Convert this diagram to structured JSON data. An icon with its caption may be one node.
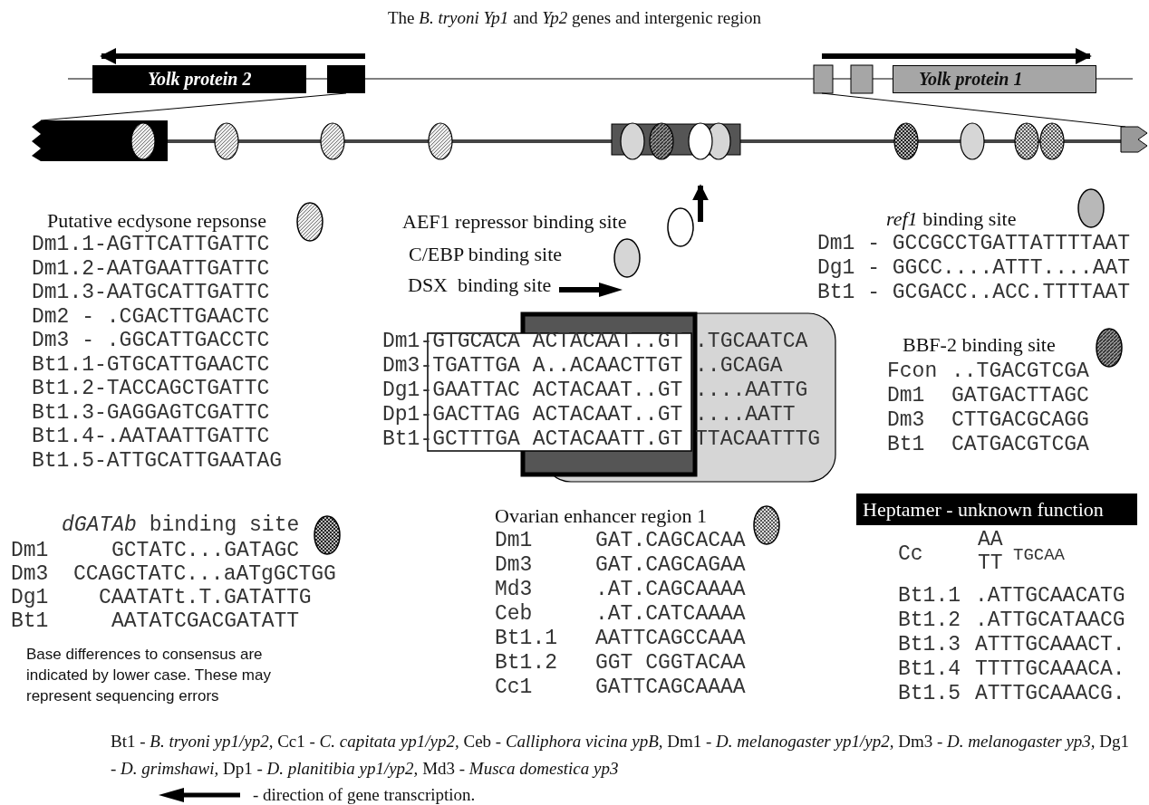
{
  "diagram": {
    "title": "The *B. tryoni* *Yp1* and *Yp2* genes and intergenic region",
    "nodes": [
      {
        "text": [
          "Yolk protein 2"
        ]
      },
      {
        "text": [
          "Yolk protein 1"
        ]
      },
      {
        "text": [
          "Heptamer - unknown function"
        ]
      }
    ],
    "labels": [
      "Dm1.1-AGTTCATTGATTC",
      "Dm1.2-AATGAATTGATTC",
      "Dm1.3-AATGCATTGATTC",
      "Dm2 - .CGACTTGAACTC",
      "Dm3 - .GGCATTGACCTC",
      "Bt1.1-GTGCATTGAACTC",
      "Bt1.2-TACCAGCTGATTC",
      "Bt1.3-GAGGAGTCGATTC",
      "Bt1.4-.AATAATTGATTC",
      "Bt1.5-ATTGCATTGAATAG",
      "Dm1 - GCCGCCTGATTATTTTAAT",
      "Dg1 - GGCC....ATTT....AAT",
      "Bt1 - GCGACC..ACC.TTTTAAT",
      "Dm1-GTGCACA ACTACAAT..GT .TGCAATCA",
      "Dm3-TGATTGA A..ACAACTTGT ..GCAGA",
      "Dg1-GAATTAC ACTACAAT..GT ....AATTG",
      "Dp1-GACTTAG ACTACAAT..GT ....AATT",
      "Bt1-GCTTTGA ACTACAATT.GT TTACAATTTG",
      "Fcon",
      "..TGACGTCGA",
      "Dm1",
      "GATGACTTAGC",
      "Dm3",
      "CTTGACGCAGG",
      "Bt1",
      "CATGACGTCGA",
      "Dm1",
      "GCTATC...GATAGC",
      "Dm3",
      "CCAGCTATC...aATgGCTGG",
      "Dg1",
      "CAATATt.T.GATATTG",
      "Bt1",
      "AATATCGACGATATT",
      "Dm1",
      "GAT.CAGCACAA",
      "Dm3",
      "GAT.CAGCAGAA",
      "Md3",
      ".AT.CAGCAAAA",
      "Ceb",
      ".AT.CATCAAAA",
      "Bt1.1",
      "AATTCAGCCAAA",
      "Bt1.2",
      "GGT CGGTACAA",
      "Cc1",
      "GATTCAGCAAAA",
      "Cc",
      "AA",
      "TT",
      "TGCAA",
      "Bt1.1",
      ".ATTGCAACATG",
      "Bt1.2",
      ".ATTGCATAACG",
      "Bt1.3",
      "ATTTGCAAACT.",
      "Bt1.4",
      "TTTTGCAAACA.",
      "Bt1.5",
      "ATTTGCAAACG.",
      "Base differences to consensus are indicated by lower case. These may represent sequencing errors",
      "Bt1 - *B. tryoni yp1/yp2,* Cc1 - *C. capitata yp1/yp2,* Ceb - *Calliphora vicina ypB,* Dm1 - *D. melanogaster yp1/yp2,* Dm3 - *D. melanogaster yp3,* Dg1 - *D. grimshawi,* Dp1 - *D. planitibia yp1/yp2,* Md3 - *Musca domestica yp3*"
    ],
    "legend": [
      {
        "text": "Putative ecdysone repsonse"
      },
      {
        "text": "AEF1 repressor binding site"
      },
      {
        "text": "C/EBP binding site"
      },
      {
        "text": "DSX  binding site"
      },
      {
        "text": "*ref1* binding site"
      },
      {
        "text": "BBF-2 binding site"
      },
      {
        "text": "*dGATAb* binding site"
      },
      {
        "text": "Ovarian enhancer region 1"
      },
      {
        "text": "- direction of gene transcription."
      }
    ]
  }
}
